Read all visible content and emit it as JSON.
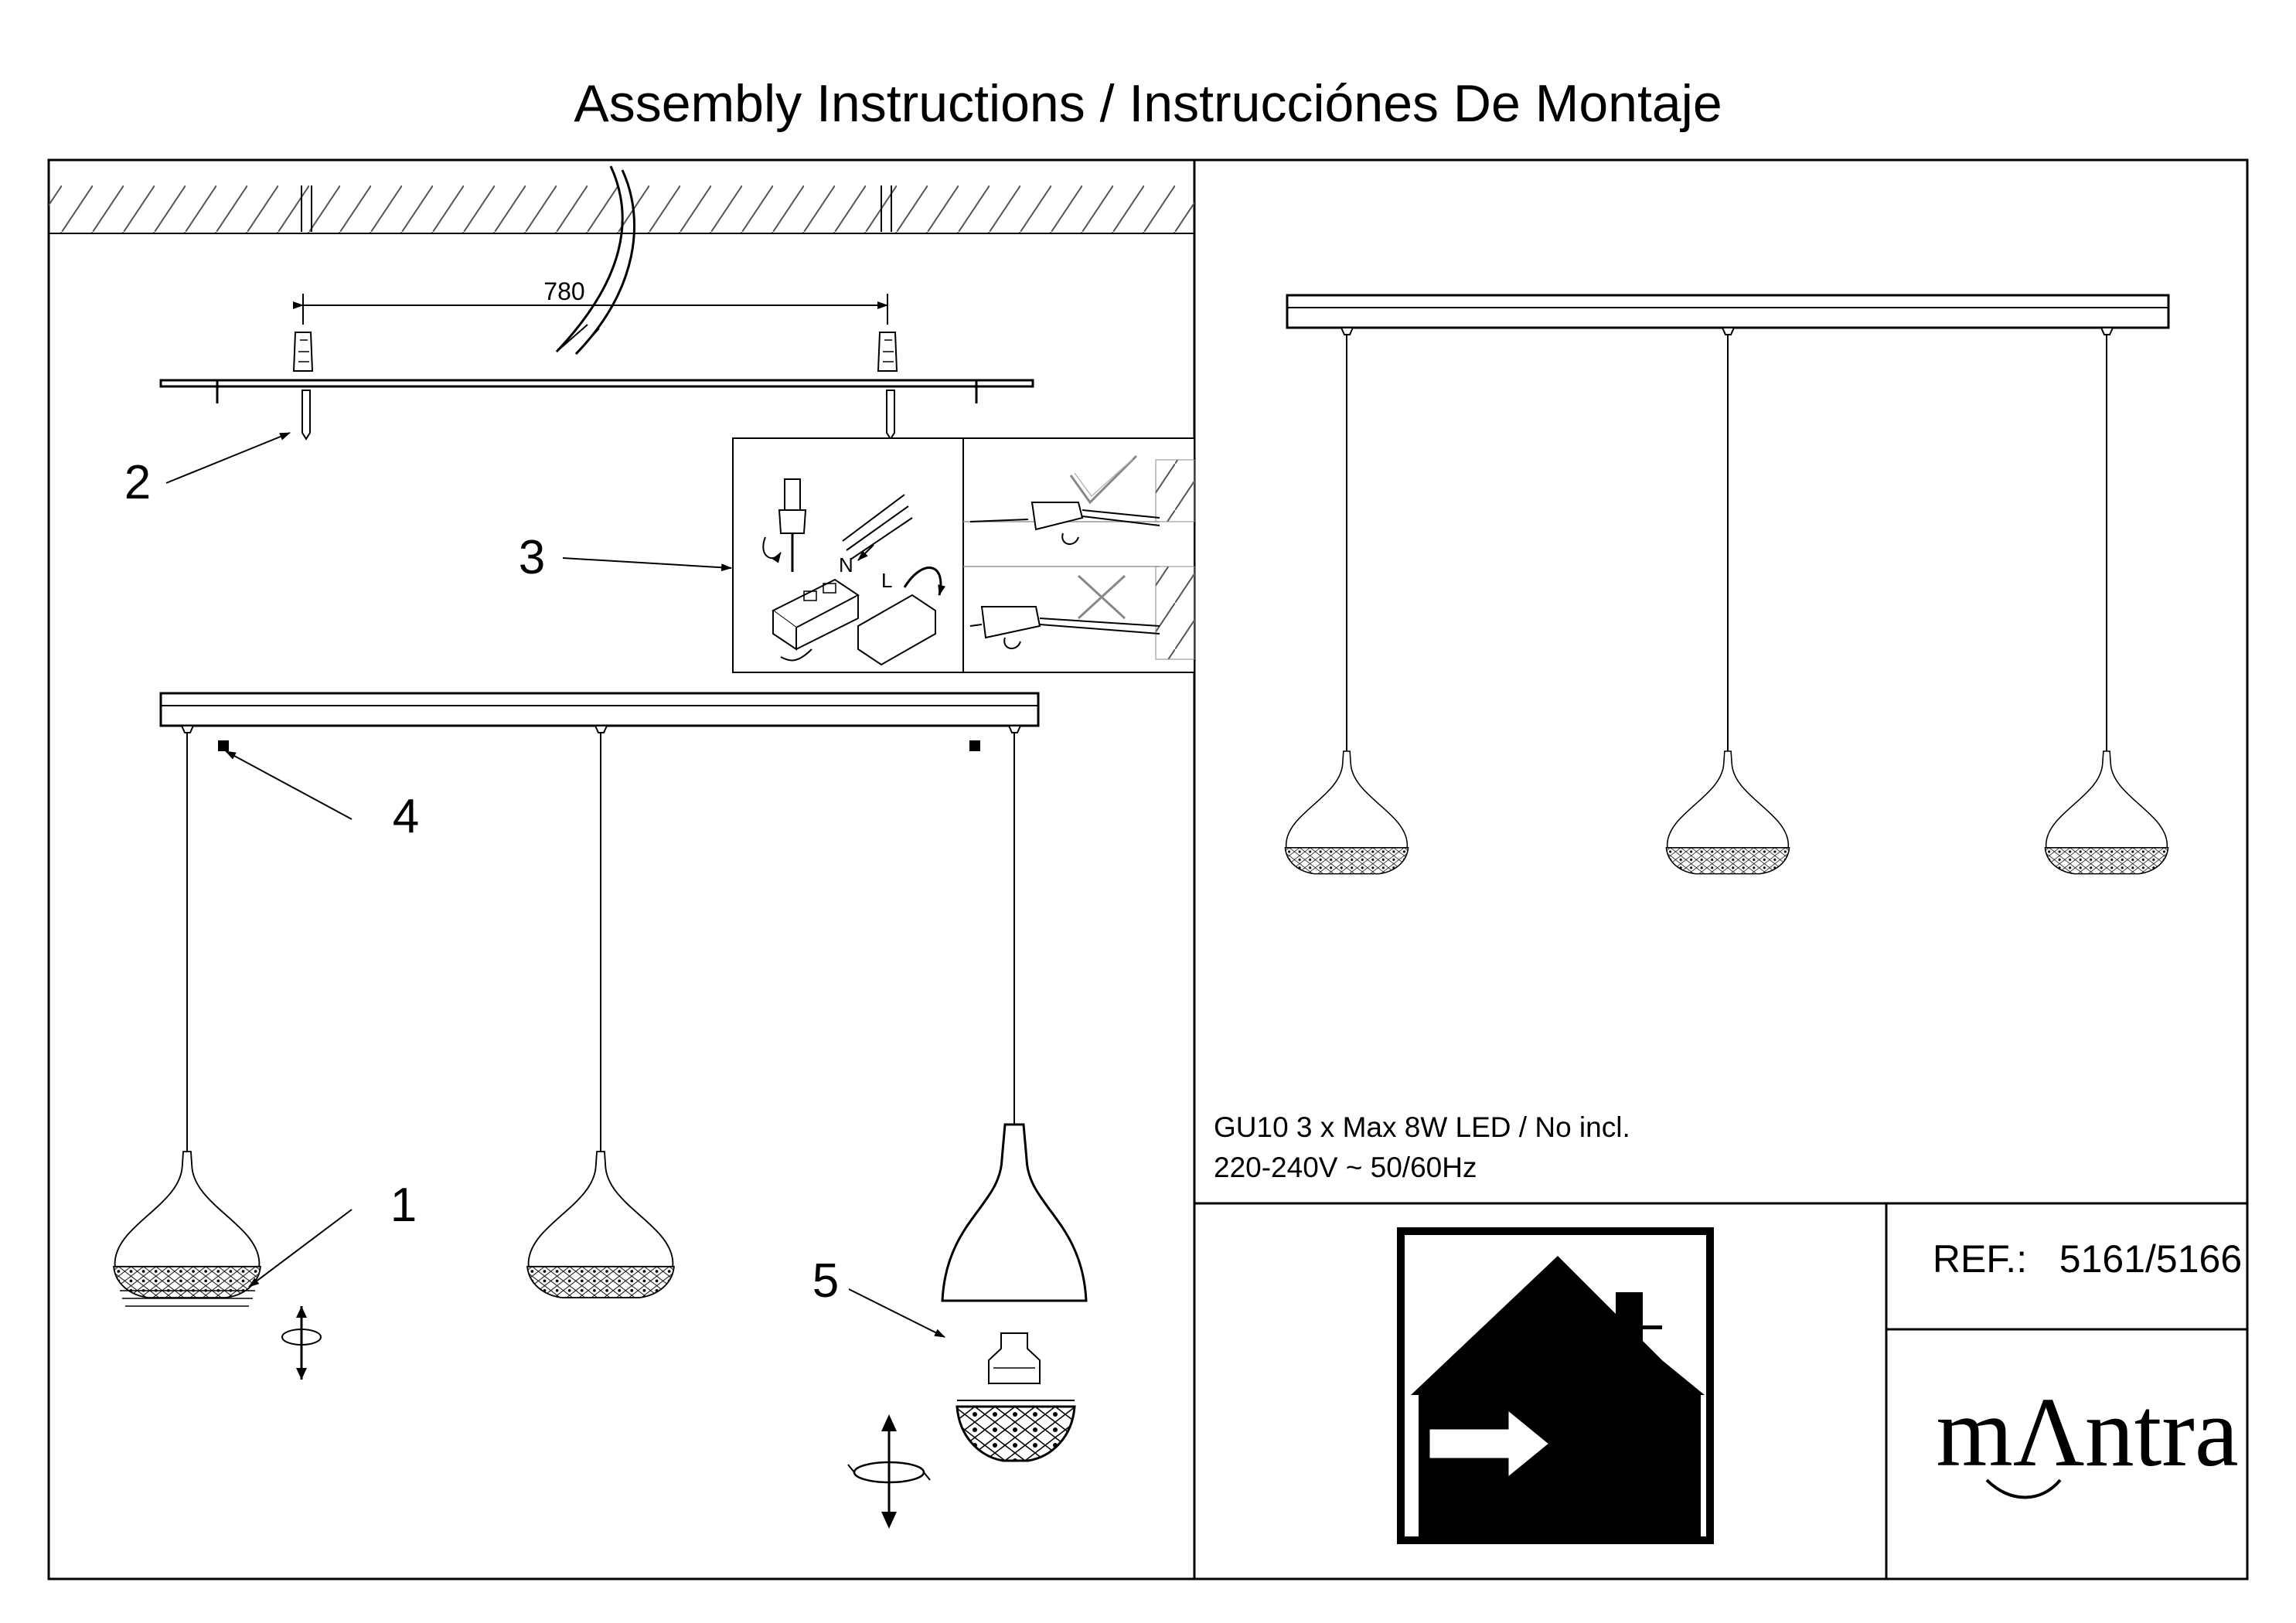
{
  "title": "Assembly Instructions / Instrucciónes De Montaje",
  "dimension": "780",
  "steps": [
    "1",
    "2",
    "3",
    "4",
    "5"
  ],
  "wiring_labels": {
    "neutral": "N",
    "live": "L"
  },
  "spec": {
    "bulb": "GU10 3 x Max 8W LED /  No incl.",
    "voltage": "220-240V ~ 50/60Hz"
  },
  "ref": {
    "label": "REF.:",
    "code": "5161/5166"
  },
  "brand": "mΛntra",
  "icons": [
    "indoor-use-house-icon",
    "screwdriver-icon",
    "rotate-arrow-icon",
    "correct-check-icon",
    "wrong-cross-icon"
  ]
}
